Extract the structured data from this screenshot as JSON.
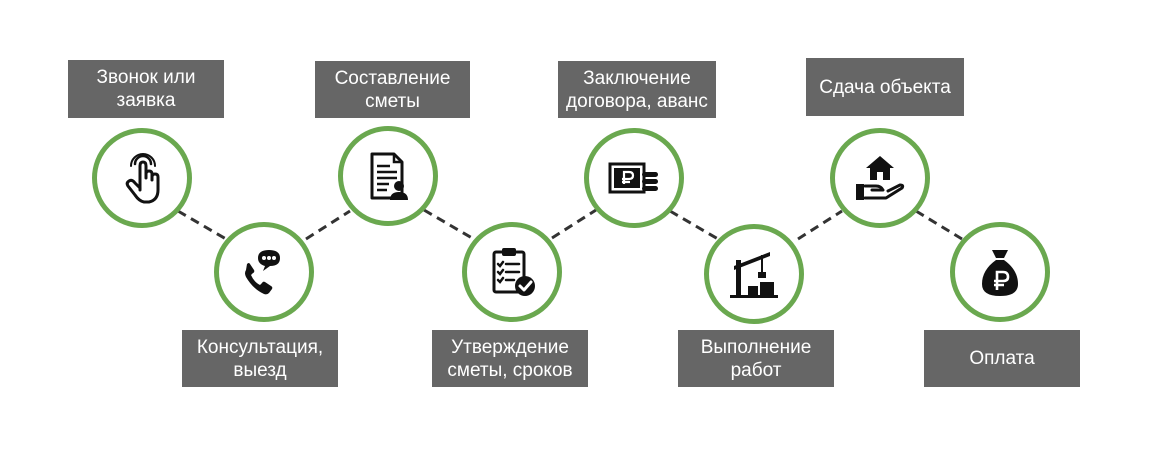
{
  "colors": {
    "circle_border": "#6aa84f",
    "label_background": "#666666",
    "label_text": "#ffffff",
    "connector": "#333333",
    "icon": "#111111"
  },
  "steps": [
    {
      "label": "Звонок или\nзаявка",
      "icon": "tap-hand-icon"
    },
    {
      "label": "Консультация,\nвыезд",
      "icon": "phone-chat-icon"
    },
    {
      "label": "Составление\nсметы",
      "icon": "estimate-document-icon"
    },
    {
      "label": "Утверждение\nсметы, сроков",
      "icon": "approved-checklist-icon"
    },
    {
      "label": "Заключение\nдоговора, аванс",
      "icon": "ruble-payment-icon"
    },
    {
      "label": "Выполнение\nработ",
      "icon": "construction-crane-icon"
    },
    {
      "label": "Сдача объекта",
      "icon": "house-in-hand-icon"
    },
    {
      "label": "Оплата",
      "icon": "ruble-bag-icon"
    }
  ]
}
